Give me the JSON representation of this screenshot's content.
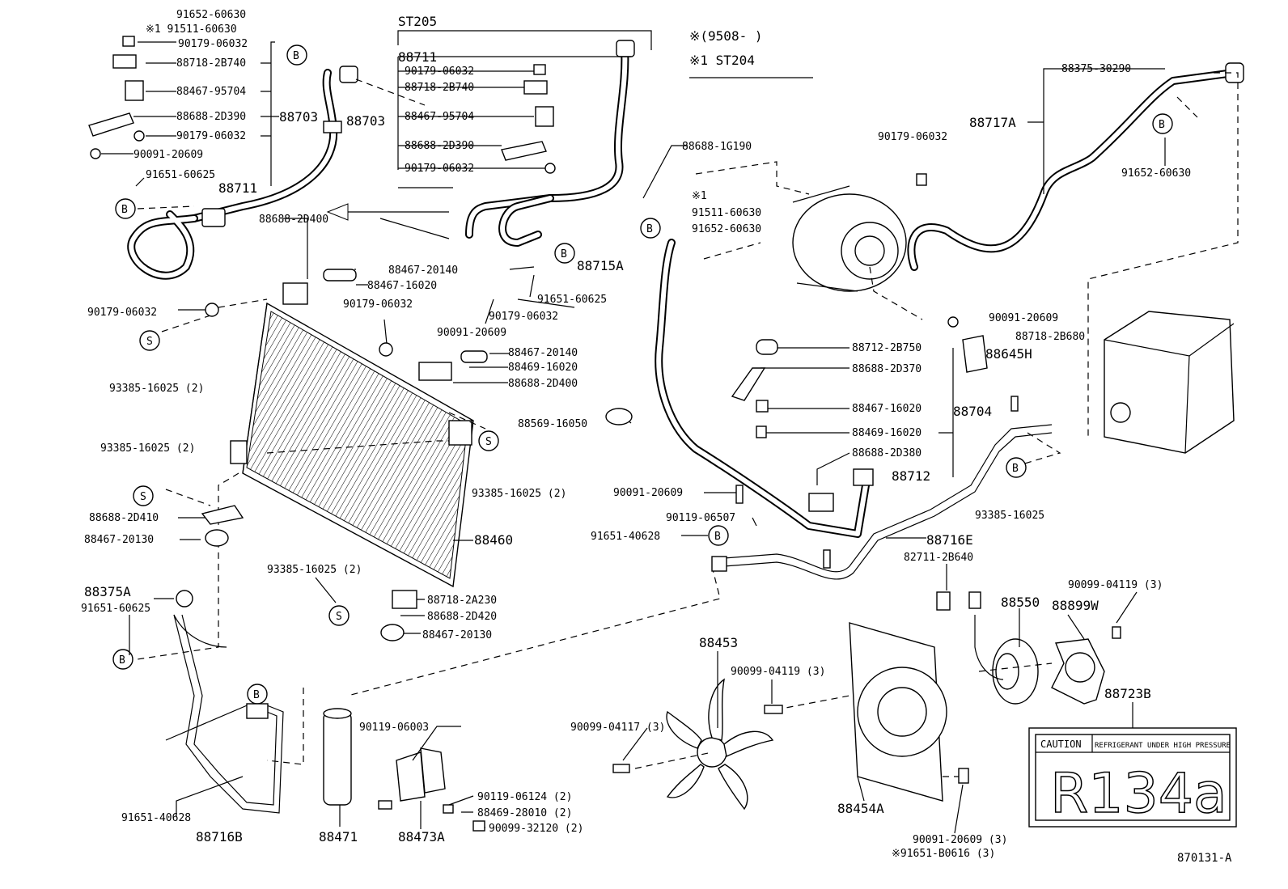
{
  "header": {
    "variant": "ST205",
    "note1": "※(9508-      )",
    "note2": "※1 ST204",
    "ref": "870131-A"
  },
  "callouts": {
    "b": "B",
    "s": "S"
  },
  "labels": {
    "p91652_60630_a": "91652-60630",
    "p91511_60630_a": "※1 91511-60630",
    "p90179_06032_a": "90179-06032",
    "p88718_2B740_a": "88718-2B740",
    "p88467_95704_a": "88467-95704",
    "p88688_2D390_a": "88688-2D390",
    "p90179_06032_b": "90179-06032",
    "p90091_20609_a": "90091-20609",
    "p91651_60625_a": "91651-60625",
    "p88711_a": "88711",
    "p88703_a": "88703",
    "p88703_b": "88703",
    "p88711_b": "88711",
    "p90179_06032_c": "90179-06032",
    "p88718_2B740_b": "88718-2B740",
    "p88467_95704_b": "88467-95704",
    "p88688_2D390_b": "88688-2D390",
    "p90179_06032_d": "90179-06032",
    "p88688_1G190": "88688-1G190",
    "p91511_60630_b": "91511-60630",
    "p91652_60630_b": "91652-60630",
    "p88715A": "88715A",
    "p91651_60625_b": "91651-60625",
    "p90179_06032_e": "90179-06032",
    "p90091_20609_b": "90091-20609",
    "p88688_2D400_a": "88688-2D400",
    "p88467_20140_a": "88467-20140",
    "p88467_16020_a": "88467-16020",
    "p90179_06032_f": "90179-06032",
    "p90179_06032_g": "90179-06032",
    "p93385_16025_a": "93385-16025 (2)",
    "p88467_20140_b": "88467-20140",
    "p88469_16020_a": "88469-16020",
    "p88688_2D400_b": "88688-2D400",
    "p88569_16050": "88569-16050",
    "p93385_16025_b": "93385-16025 (2)",
    "p93385_16025_c": "93385-16025 (2)",
    "p88688_2D410": "88688-2D410",
    "p88467_20130_a": "88467-20130",
    "p88460": "88460",
    "p93385_16025_d": "93385-16025 (2)",
    "p88718_2A230": "88718-2A230",
    "p88688_2D420": "88688-2D420",
    "p88467_20130_b": "88467-20130",
    "p88375A": "88375A",
    "p91651_60625_c": "91651-60625",
    "p90179_06032_h": "90179-06032",
    "p88375_30290": "88375-30290",
    "p88717A": "88717A",
    "p91652_60630_c": "91652-60630",
    "p90091_20609_c": "90091-20609",
    "p88718_2B680": "88718-2B680",
    "p88645H": "88645H",
    "p88712_2B750": "88712-2B750",
    "p88688_2D370": "88688-2D370",
    "p88467_16020_b": "88467-16020",
    "p88704": "88704",
    "p88469_16020_b": "88469-16020",
    "p88688_2D380": "88688-2D380",
    "p88712": "88712",
    "p90091_20609_d": "90091-20609",
    "p90119_06507": "90119-06507",
    "p91651_40628_a": "91651-40628",
    "p88716E": "88716E",
    "p82711_2B640": "82711-2B640",
    "p93385_16025_e": "93385-16025",
    "p90099_04119_a": "90099-04119 (3)",
    "p88550": "88550",
    "p88899W": "88899W",
    "p88453": "88453",
    "p90099_04119_b": "90099-04119 (3)",
    "p90099_04117": "90099-04117 (3)",
    "p88723B": "88723B",
    "p90119_06003": "90119-06003",
    "p90119_06124": "90119-06124 (2)",
    "p88469_28010": "88469-28010 (2)",
    "p90099_32120": "90099-32120 (2)",
    "p91651_40628_b": "91651-40628",
    "p88716B": "88716B",
    "p88471": "88471",
    "p88473A": "88473A",
    "p88454A": "88454A",
    "p90091_20609_e": "90091-20609 (3)",
    "p91651_B0616": "※91651-B0616 (3)"
  },
  "caution_label": {
    "caution": "CAUTION",
    "warning": "REFRIGERANT UNDER HIGH PRESSURE",
    "refrigerant": "R134a"
  }
}
